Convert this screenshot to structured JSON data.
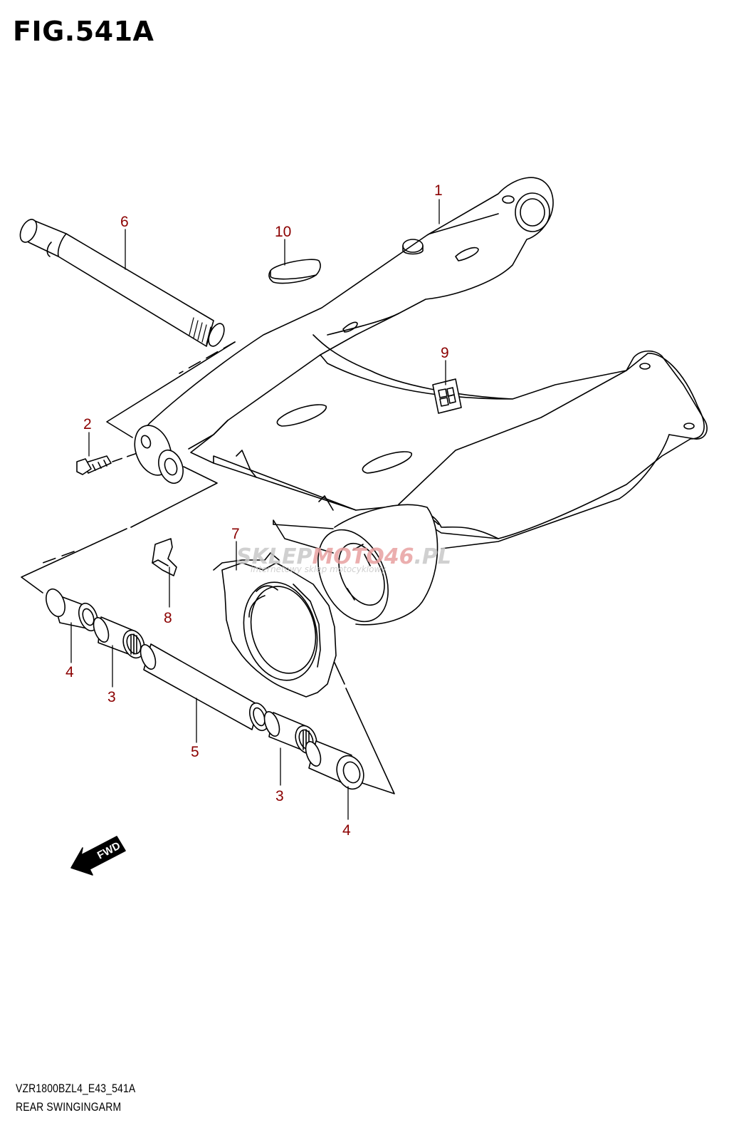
{
  "figure": {
    "title": "FIG.541A",
    "code": "VZR1800BZL4_E43_541A",
    "name": "REAR SWINGINGARM"
  },
  "callouts": [
    "1",
    "2",
    "3",
    "3",
    "4",
    "4",
    "5",
    "6",
    "7",
    "8",
    "9",
    "10"
  ],
  "fwd_label": "FWD",
  "watermark": {
    "main_a": "SKLEP",
    "main_b": "MOTO",
    "main_c": "46",
    "main_d": ".PL",
    "sub": "internetowy sklep motocyklowy"
  },
  "colors": {
    "line": "#000000",
    "callout": "#8b0000",
    "watermark_grey": "#c8c8c8",
    "watermark_red": "#e8a0a0"
  }
}
